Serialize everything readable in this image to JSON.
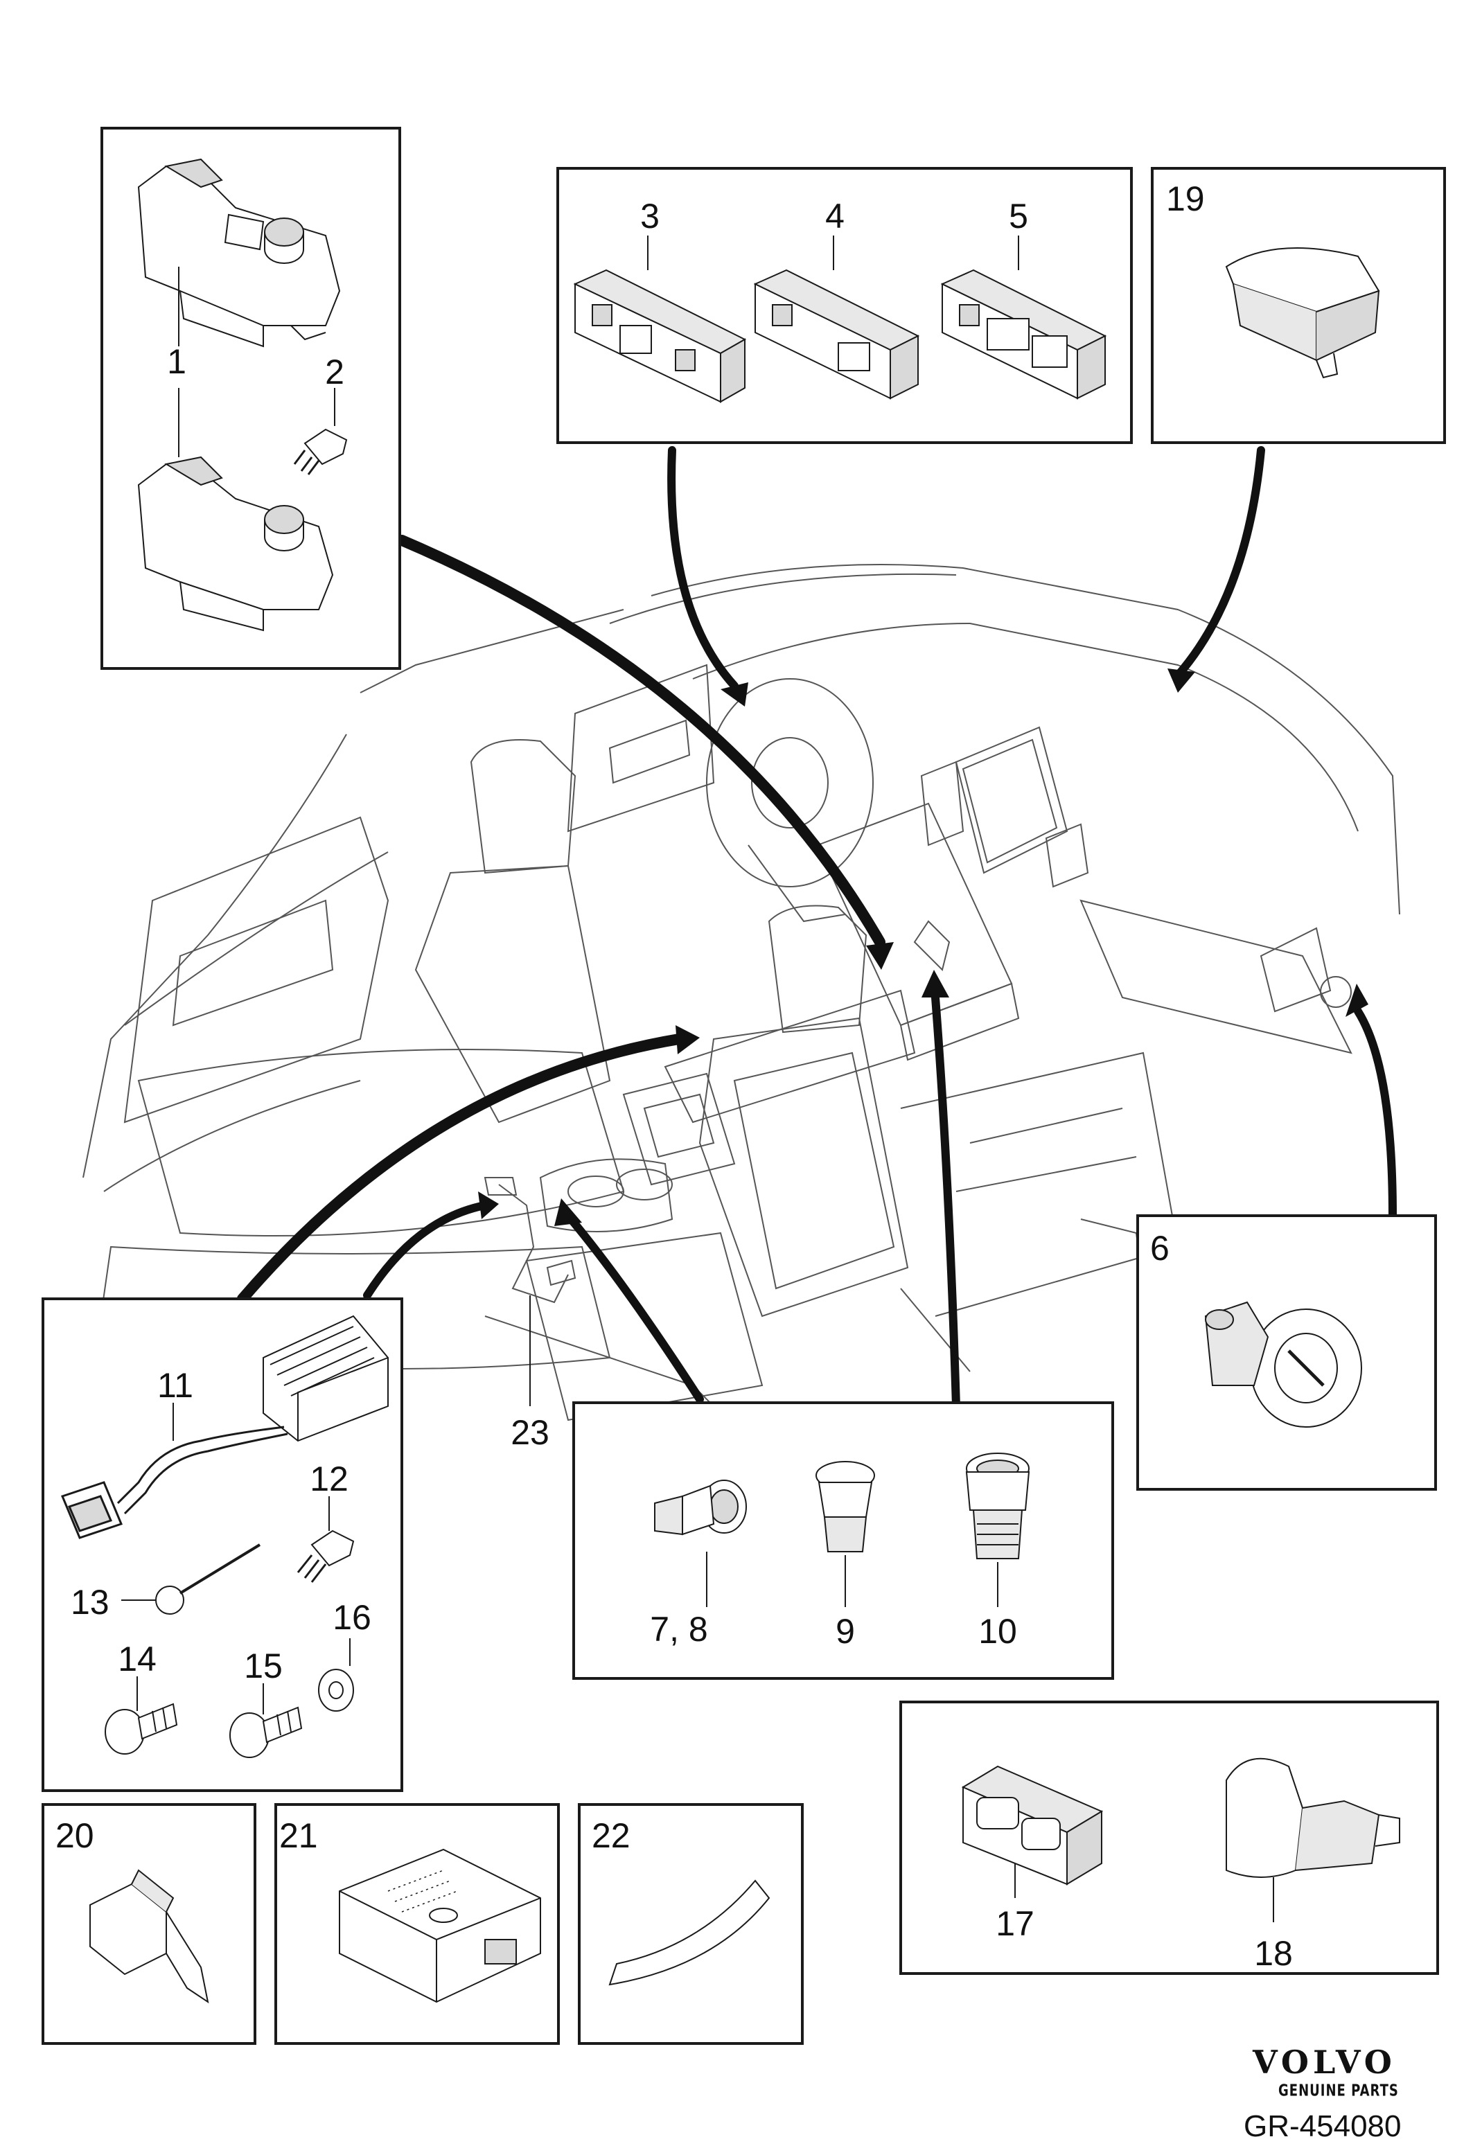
{
  "diagram": {
    "brand": {
      "name": "VOLVO",
      "tagline": "GENUINE PARTS"
    },
    "reference": "GR-454080",
    "callouts": {
      "p1": "1",
      "p2": "2",
      "p3": "3",
      "p4": "4",
      "p5": "5",
      "p6": "6",
      "p7_8": "7, 8",
      "p9": "9",
      "p10": "10",
      "p11": "11",
      "p12": "12",
      "p13": "13",
      "p14": "14",
      "p15": "15",
      "p16": "16",
      "p17": "17",
      "p18": "18",
      "p19": "19",
      "p20": "20",
      "p21": "21",
      "p22": "22",
      "p23": "23"
    },
    "colors": {
      "line": "#1a1a1a",
      "fill": "#ffffff",
      "shade": "#d9d9d9"
    }
  }
}
